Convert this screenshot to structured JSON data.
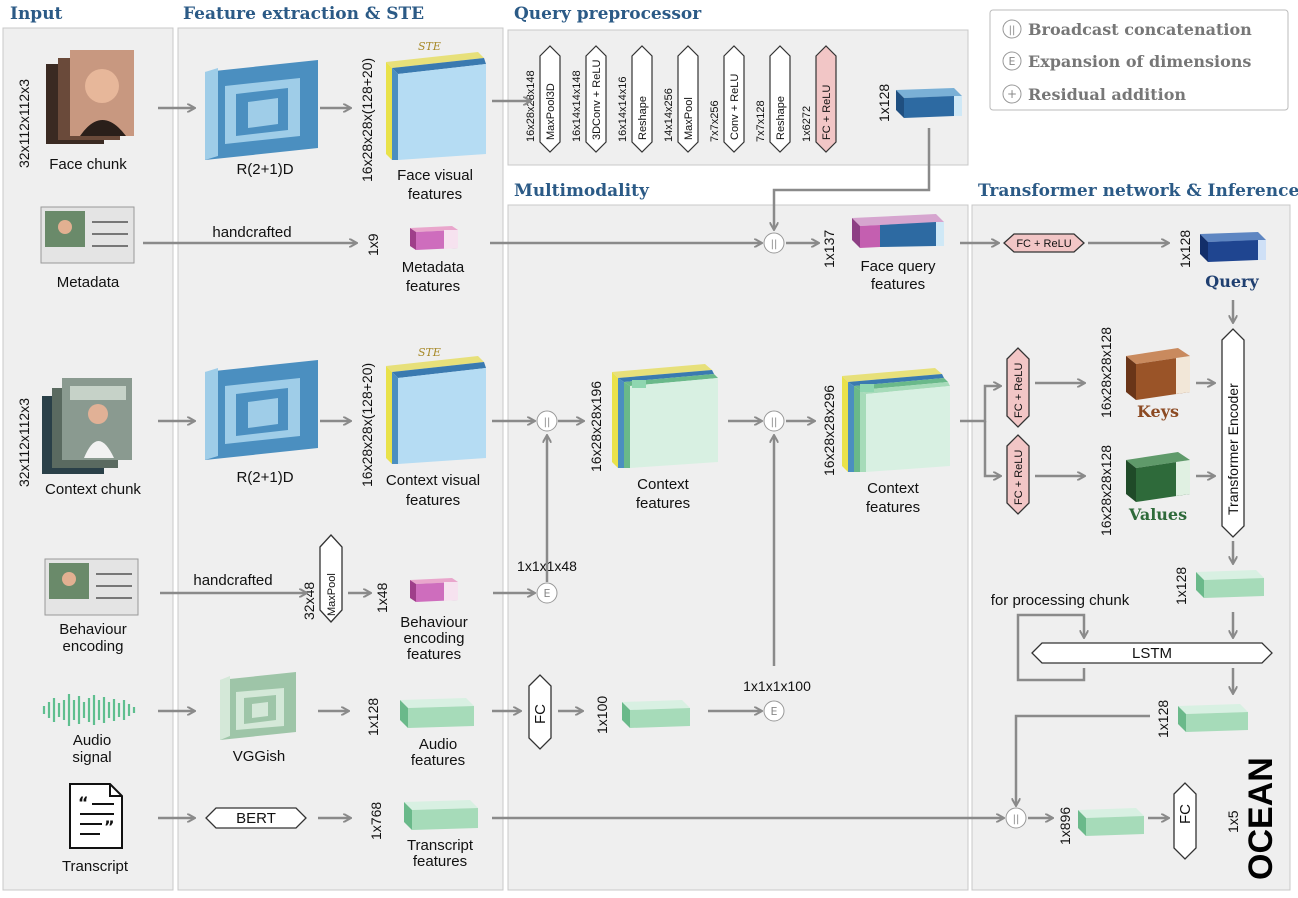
{
  "sections": {
    "input": "Input",
    "feature": "Feature extraction & STE",
    "query_pre": "Query preprocessor",
    "multi": "Multimodality",
    "transformer": "Transformer network & Inference"
  },
  "legend": {
    "broadcast_symbol": "||",
    "broadcast": "Broadcast concatenation",
    "expansion_symbol": "E",
    "expansion": "Expansion of dimensions",
    "residual_symbol": "+",
    "residual": "Residual addition"
  },
  "inputs": {
    "face_dim": "32x112x112x3",
    "face": "Face chunk",
    "metadata": "Metadata",
    "context_dim": "32x112x112x3",
    "context": "Context chunk",
    "behaviour_1": "Behaviour",
    "behaviour_2": "encoding",
    "audio_1": "Audio",
    "audio_2": "signal",
    "transcript": "Transcript"
  },
  "feature": {
    "r21d": "R(2+1)D",
    "ste": "STE",
    "face_dim": "16x28x28x(128+20)",
    "face_feat_1": "Face visual",
    "face_feat_2": "features",
    "handcrafted": "handcrafted",
    "meta_dim": "1x9",
    "meta_feat_1": "Metadata",
    "meta_feat_2": "features",
    "ctx_dim": "16x28x28x(128+20)",
    "ctx_feat_1": "Context visual",
    "ctx_feat_2": "features",
    "maxpool": "MaxPool",
    "beh_in_dim": "32x48",
    "beh_dim": "1x48",
    "beh_feat_1": "Behaviour",
    "beh_feat_2": "encoding",
    "beh_feat_3": "features",
    "vggish": "VGGish",
    "audio_dim": "1x128",
    "audio_feat_1": "Audio",
    "audio_feat_2": "features",
    "bert": "BERT",
    "trans_dim": "1x768",
    "trans_feat_1": "Transcript",
    "trans_feat_2": "features"
  },
  "query_pre": {
    "steps": [
      {
        "dim": "16x28x28x148",
        "op": "MaxPool3D"
      },
      {
        "dim": "16x14x14x148",
        "op": "3DConv + ReLU"
      },
      {
        "dim": "16x14x14x16",
        "op": "Reshape"
      },
      {
        "dim": "14x14x256",
        "op": "MaxPool"
      },
      {
        "dim": "7x7x256",
        "op": "Conv + ReLU"
      },
      {
        "dim": "7x7x128",
        "op": "Reshape"
      },
      {
        "dim": "1x6272",
        "op": "FC + ReLU"
      }
    ],
    "out_dim": "1x128"
  },
  "multi": {
    "fq_dim": "1x137",
    "fq_1": "Face query",
    "fq_2": "features",
    "ctx_dim": "16x28x28x196",
    "ctx_1": "Context",
    "ctx_2": "features",
    "beh_expand_dim": "1x1x1x48",
    "fc": "FC",
    "fc_out_dim": "1x100",
    "aud_expand_dim": "1x1x1x100"
  },
  "transformer": {
    "fc_relu": "FC + ReLU",
    "query_dim": "1x128",
    "query": "Query",
    "ctx_dim": "16x28x28x296",
    "ctx_1": "Context",
    "ctx_2": "features",
    "keys_dim": "16x28x28x128",
    "keys": "Keys",
    "values_dim": "16x28x28x128",
    "values": "Values",
    "encoder": "Transformer Encoder",
    "enc_out_dim": "1x128",
    "for_chunk": "for processing chunk",
    "lstm": "LSTM",
    "lstm_out_dim": "1x128",
    "final_dim": "1x896",
    "fc": "FC",
    "out_dim": "1x5",
    "ocean": "OCEAN"
  },
  "colors": {
    "blue": "#2b5a86",
    "panel": "#eeeeee",
    "arrow": "#8a8a8a",
    "cube_light_blue": "#b5dcf3",
    "cube_green": "#bfe6d2",
    "cube_pink": "#e9b4ce",
    "fc_pink": "#f2c6c6",
    "keys_brown": "#8c4a22",
    "values_green": "#2e6a3a"
  }
}
